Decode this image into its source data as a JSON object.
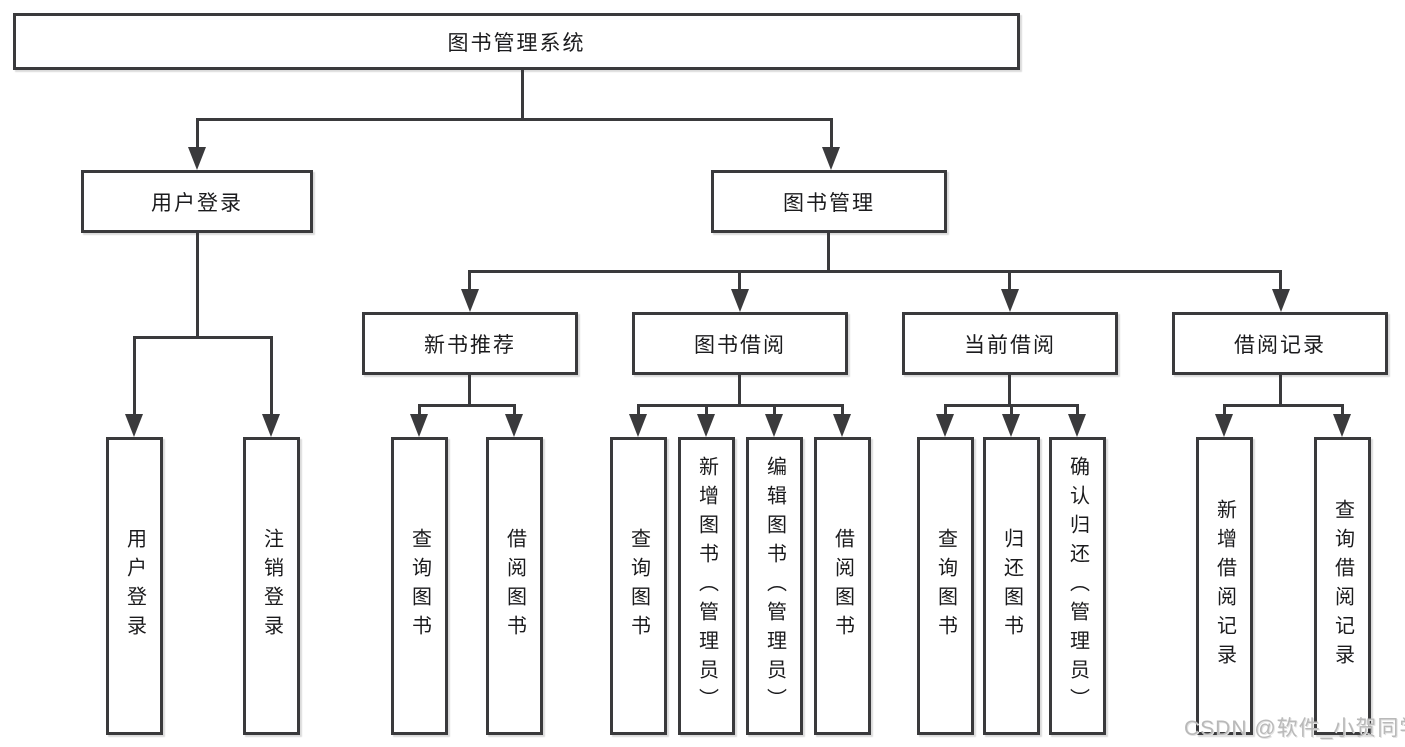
{
  "diagram": {
    "kind": "function-structure-tree",
    "colors": {
      "line": "#3a3a3c",
      "box_border": "#3a3a3c",
      "text": "#1b1b1d",
      "watermark": "#b9b9b9",
      "background": "#ffffff"
    },
    "tree": {
      "root": {
        "label": "图书管理系统"
      },
      "children": [
        {
          "label": "用户登录",
          "leaves": [
            {
              "label": "用户登录"
            },
            {
              "label": "注销登录"
            }
          ]
        },
        {
          "label": "图书管理",
          "children": [
            {
              "label": "新书推荐",
              "leaves": [
                {
                  "label": "查询图书"
                },
                {
                  "label": "借阅图书"
                }
              ]
            },
            {
              "label": "图书借阅",
              "leaves": [
                {
                  "label": "查询图书"
                },
                {
                  "label": "新增图书（管理员）"
                },
                {
                  "label": "编辑图书（管理员）"
                },
                {
                  "label": "借阅图书"
                }
              ]
            },
            {
              "label": "当前借阅",
              "leaves": [
                {
                  "label": "查询图书"
                },
                {
                  "label": "归还图书"
                },
                {
                  "label": "确认归还（管理员）"
                }
              ]
            },
            {
              "label": "借阅记录",
              "leaves": [
                {
                  "label": "新增借阅记录"
                },
                {
                  "label": "查询借阅记录"
                }
              ]
            }
          ]
        }
      ]
    },
    "watermark": {
      "text": "CSDN @软件_小贺同学"
    }
  }
}
